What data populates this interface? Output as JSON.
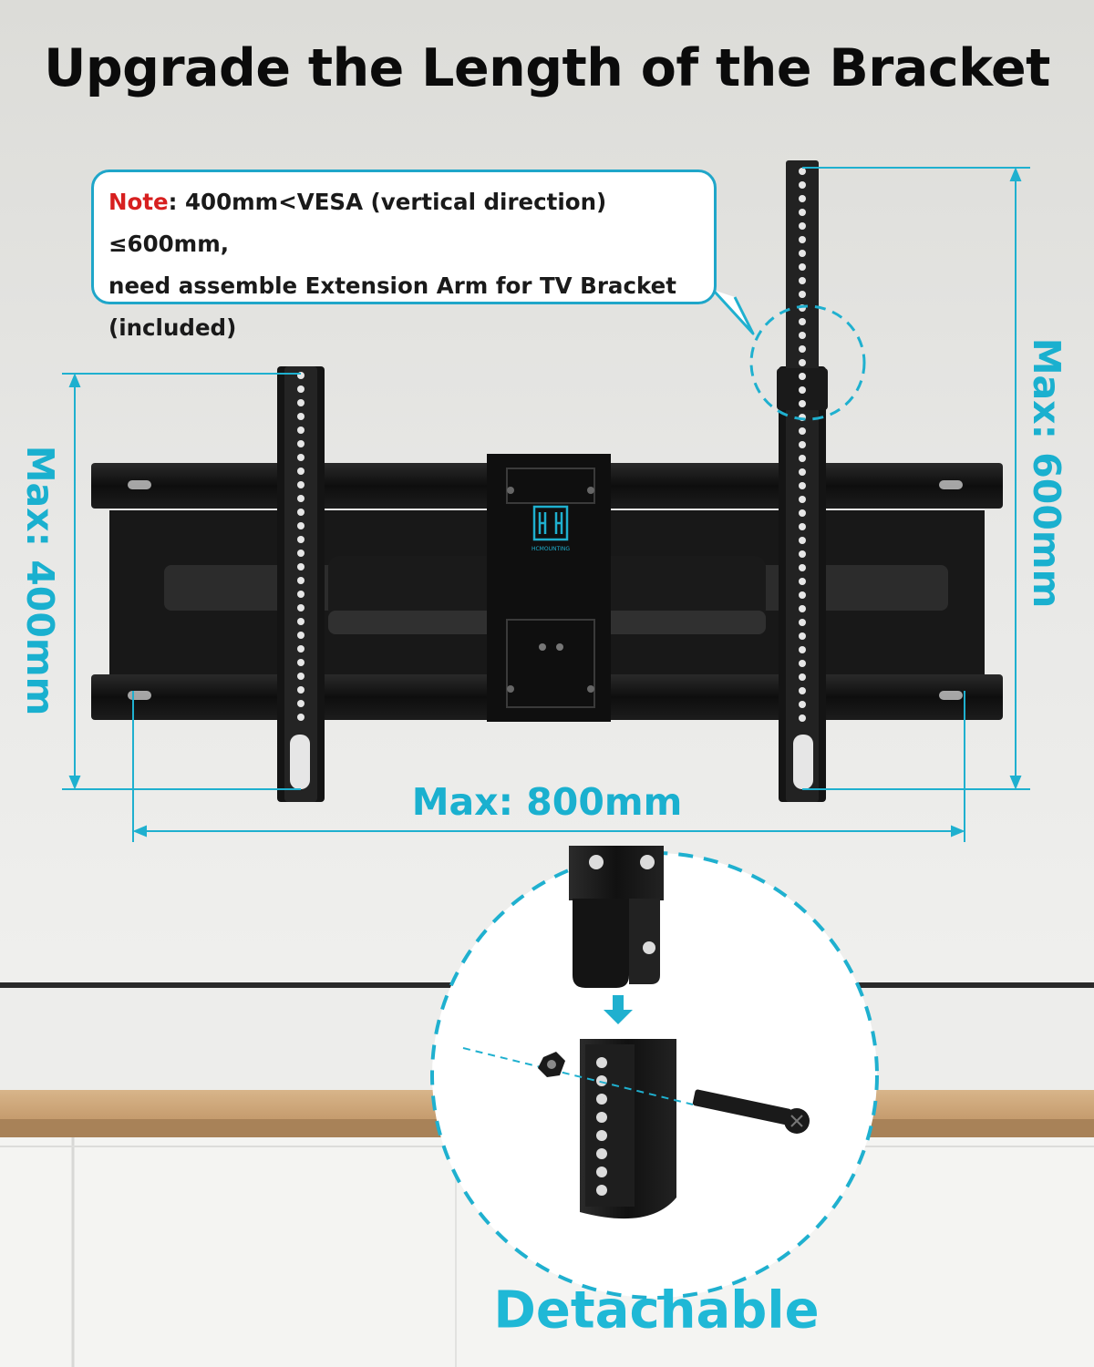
{
  "title": "Upgrade the Length of the Bracket",
  "note": {
    "label": "Note",
    "line1": ": 400mm<VESA (vertical direction) ≤600mm,",
    "line2": "need assemble Extension Arm for TV Bracket",
    "line3": "(included)"
  },
  "dimensions": {
    "height_left": "Max: 400mm",
    "height_right": "Max: 600mm",
    "width": "Max: 800mm"
  },
  "logo_text": "HCMOUNTING",
  "detail_label": "Detachable",
  "colors": {
    "accent": "#1fb0cf",
    "note_label": "#d71f1f",
    "bracket": "#111111"
  }
}
